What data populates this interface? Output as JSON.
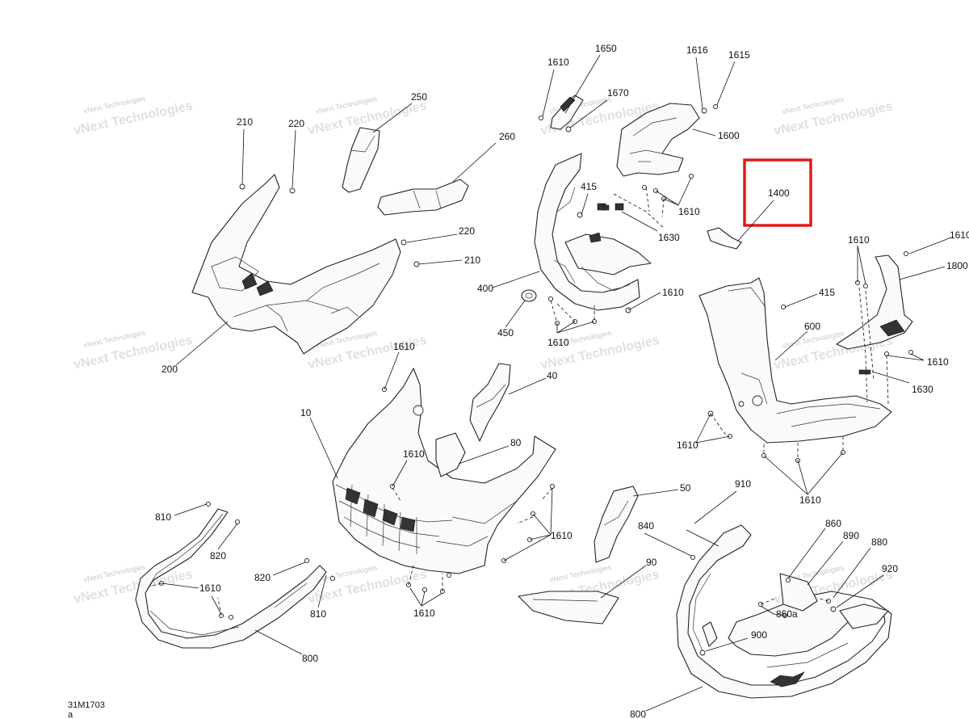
{
  "document": {
    "code": "31M1703",
    "revision": "a"
  },
  "watermark": {
    "line1": "vNext Technologies",
    "line2": "vNext Technologies"
  },
  "highlight": {
    "color": "#e01b1b",
    "label": "1400"
  },
  "callouts": {
    "c1650": "1650",
    "c1610_top": "1610",
    "c1670": "1670",
    "c1616": "1616",
    "c1615": "1615",
    "c250": "250",
    "c210_a": "210",
    "c220_a": "220",
    "c260": "260",
    "c1600": "1600",
    "c415_a": "415",
    "c1400": "1400",
    "c1610_b": "1610",
    "c1630_a": "1630",
    "c220_b": "220",
    "c210_b": "210",
    "c1610_c": "1610",
    "c1800": "1800",
    "c1610_r": "1610",
    "c415_b": "415",
    "c400": "400",
    "c1610_d": "1610",
    "c450": "450",
    "c1610_e": "1610",
    "c600": "600",
    "c1610_f": "1610",
    "c200": "200",
    "c1610_g": "1610",
    "c40": "40",
    "c1630_b": "1630",
    "c10": "10",
    "c80": "80",
    "c1610_h": "1610",
    "c1610_i": "1610",
    "c1610_j": "1610",
    "c50": "50",
    "c910": "910",
    "c810_a": "810",
    "c820_a": "820",
    "c1610_k": "1610",
    "c840": "840",
    "c860": "860",
    "c890": "890",
    "c880": "880",
    "c820_b": "820",
    "c1610_l": "1610",
    "c90": "90",
    "c920": "920",
    "c810_b": "810",
    "c1610_m": "1610",
    "c860a": "860a",
    "c900": "900",
    "c800_a": "800",
    "c800_b": "800"
  }
}
